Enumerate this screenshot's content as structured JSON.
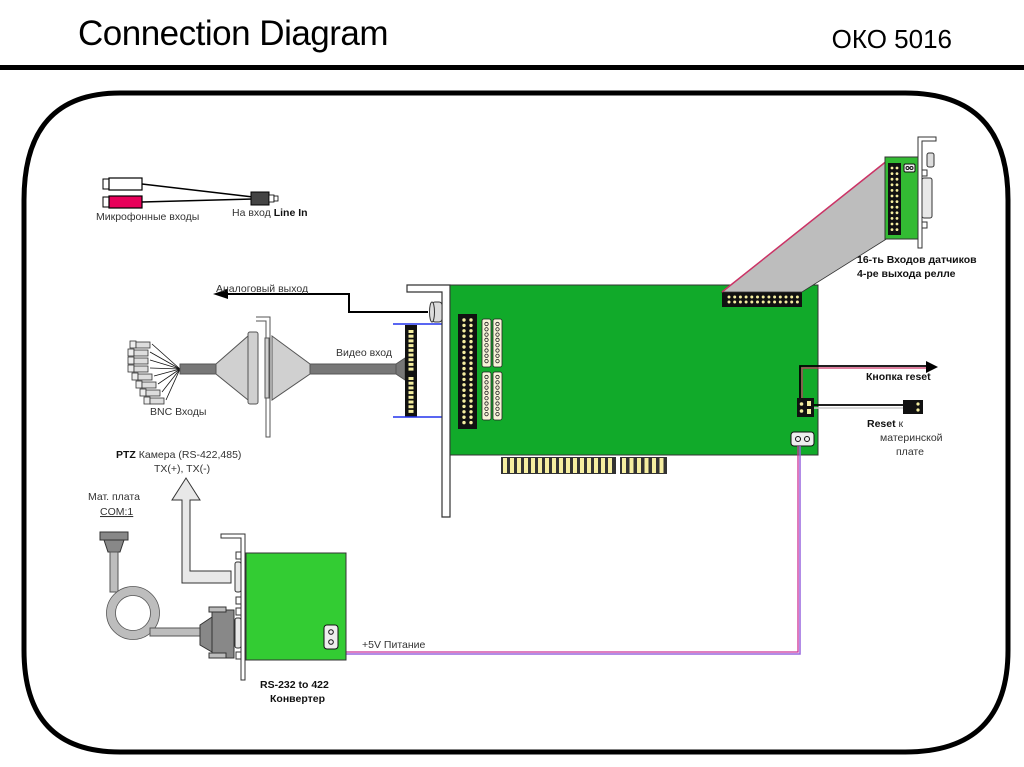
{
  "header": {
    "title": "Connection Diagram",
    "model": "ОКО 5016"
  },
  "labels": {
    "mic_inputs": "Микрофонные входы",
    "line_in_prefix": "На вход ",
    "line_in_bold": "Line In",
    "analog_out": "Аналоговый выход",
    "video_in": "Видео вход",
    "bnc_prefix": "BNC",
    "bnc_suffix": " Входы",
    "sensors_line1": "16-ть Входов датчиков",
    "sensors_line2": "4-ре выхода релле",
    "reset_button": "Кнопка reset",
    "reset_mb_bold": "Reset",
    "reset_mb_suffix": " к",
    "reset_mb_line2": "материнской",
    "reset_mb_line3": "плате",
    "ptz_bold": "PTZ",
    "ptz_rest": " Камера (RS-422,485)",
    "ptz_line2": "TX(+), TX(-)",
    "mb_line1": "Мат. плата",
    "mb_line2": "COM:1",
    "power_bold": "+5V",
    "power_rest": " Питание",
    "converter_line1": "RS-232 to 422",
    "converter_line2": "Конвертер"
  },
  "colors": {
    "board_green": "#11aa2a",
    "converter_green": "#33cc33",
    "cable_gray": "#bdbdbd",
    "pin_yellow": "#f5eea0",
    "mic_red": "#e8005a",
    "arrow_blue": "#2233ee",
    "power_pink": "#cc3399",
    "power_violet": "#9966dd"
  }
}
